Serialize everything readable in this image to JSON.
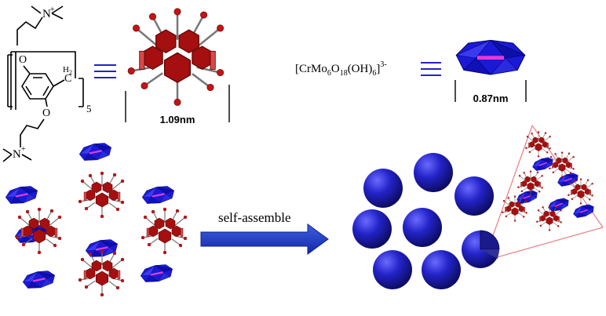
{
  "molecule": {
    "atom_top": "N",
    "atom_bottom": "N",
    "ring_o_top": "O",
    "ring_o_bottom": "O",
    "ch2": "C",
    "ch2_sub": "H",
    "ch2_sub2": "2",
    "repeat": "5"
  },
  "pillararene": {
    "size": "1.09nm"
  },
  "anion": {
    "formula_parts": [
      "[CrMo",
      "6",
      "O",
      "18",
      "(OH)",
      "6",
      "]",
      "3-"
    ],
    "size": "0.87nm"
  },
  "process": {
    "arrow_label": "self-assemble"
  },
  "colors": {
    "pillar": "#a50f0f",
    "pillar_edge": "#5a0000",
    "polyhedron": "#1a1ad6",
    "center_bar": "#e23bd6",
    "sphere": "#2020b8",
    "arrow": "#1e3fc8",
    "zoom_line": "#e88080"
  }
}
